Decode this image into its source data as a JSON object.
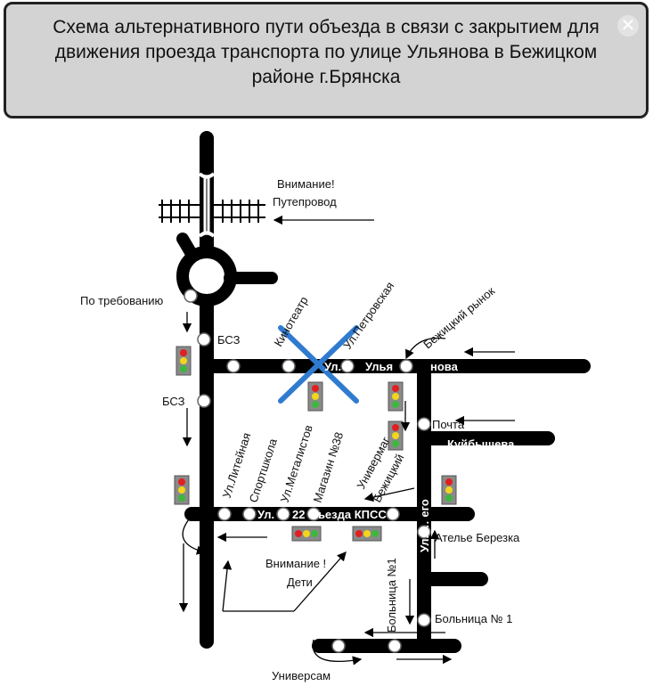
{
  "title": "Схема альтернативного пути объезда в связи с закрытием для движения проезда транспорта по улице Ульянова в Бежицком районе г.Брянска",
  "close_icon": "close-icon",
  "labels": {
    "warning_bridge_line1": "Внимание!",
    "warning_bridge_line2": "Путепровод",
    "on_demand": "По требованию",
    "bsz_top": "БСЗ",
    "bsz_left": "БСЗ",
    "cinema": "Кинотеатр",
    "petrovskaya": "Ул.Петровская",
    "bezhitsky_market": "Бежицкий рынок",
    "street_ulyanova_a": "Ул.",
    "street_ulyanova_b": "Улья",
    "street_ulyanova_c": "нова",
    "post": "Почта",
    "kuibysheva": "Куйбышева",
    "liteinaya": "Ул.Литейная",
    "sportschool": "Спортшкола",
    "metallistov": "Ул.Металистов",
    "shop38": "Магазин №38",
    "univermag": "Универмаг",
    "bezhitsky": "Бежицкий",
    "street_22_a": "Ул.",
    "street_22_b": "22 Съезда КПСС",
    "vertical_street": "Ул. … его",
    "atelier": "Ателье Березка",
    "warning_children_line1": "Внимание !",
    "warning_children_line2": "Дети",
    "hospital1_vertical": "Больница №1",
    "hospital1": "Больница № 1",
    "universam": "Универсам"
  },
  "colors": {
    "road": "#000000",
    "cross": "#2f7bd0",
    "tl_red": "#e02020",
    "tl_yellow": "#f2d51d",
    "tl_green": "#3cb83c",
    "tl_body": "#8a8a8a"
  }
}
